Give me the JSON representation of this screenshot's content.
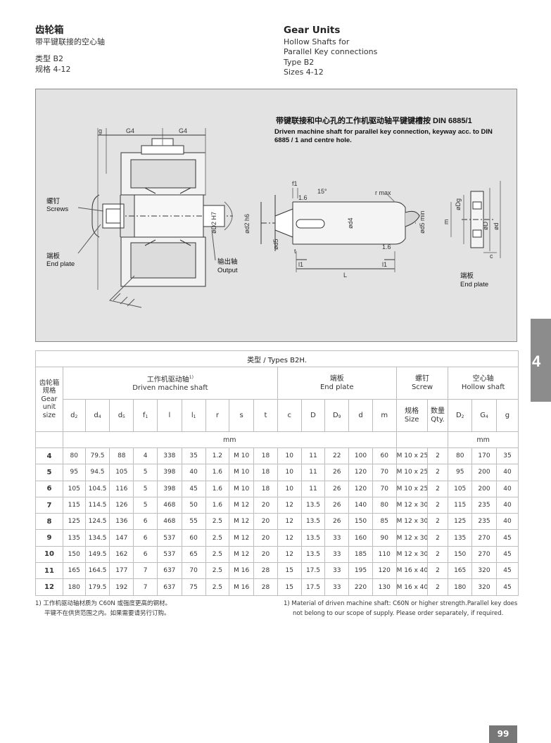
{
  "header": {
    "cn_title": "齿轮箱",
    "cn_sub": "带平键联接的空心轴",
    "cn_type": "类型 B2",
    "cn_sizes": "规格 4-12",
    "en_title": "Gear Units",
    "en_sub1": "Hollow Shafts for",
    "en_sub2": "Parallel Key connections",
    "en_type": "Type B2",
    "en_sizes": "Sizes 4-12"
  },
  "drawing": {
    "title_cn": "带键联接和中心孔的工作机驱动轴平键键槽按 DIN 6885/1",
    "title_en1": "Driven machine shaft for parallel key connection, keyway acc. to DIN",
    "title_en2": "6885 / 1 and centre hole.",
    "screws_cn": "螺钉",
    "screws_en": "Screws",
    "endplate_cn": "端板",
    "endplate_en": "End plate",
    "output_cn": "输出轴",
    "output_en": "Output",
    "endplate2_cn": "端板",
    "endplate2_en": "End plate",
    "dims": {
      "g": "g",
      "g4a": "G4",
      "g4b": "G4",
      "f1": "f1",
      "a15": "15°",
      "r16a": "1.6",
      "r16b": "1.6",
      "rmax": "r max",
      "d2h6": "ød2 h6",
      "d4": "ød4",
      "d5": "ød5",
      "d5min": "ød5 min",
      "t": "t",
      "l1a": "l1",
      "l1b": "l1",
      "L": "L",
      "D2h7": "øD2 H7",
      "Dg": "øDg",
      "m": "m",
      "D": "øD",
      "d": "ød",
      "c": "c"
    }
  },
  "side_tab": "4",
  "table": {
    "caption": "类型 / Types B2H.",
    "size_head_cn": "齿轮箱规格",
    "size_head_en": "Gear unit size",
    "groups": [
      {
        "cn": "工作机驱动轴",
        "sup": "1)",
        "en": "Driven machine shaft"
      },
      {
        "cn": "端板",
        "en": "End plate"
      },
      {
        "cn": "螺钉",
        "en": "Screw"
      },
      {
        "cn": "空心轴",
        "en": "Hollow shaft"
      }
    ],
    "symbols": [
      "d",
      "d",
      "d",
      "f",
      "l",
      "l",
      "r",
      "s",
      "t",
      "c",
      "D",
      "D",
      "d",
      "m"
    ],
    "symbol_subs": [
      "2",
      "4",
      "5",
      "1",
      "",
      "1",
      "",
      "",
      "",
      "",
      "",
      "9",
      "",
      ""
    ],
    "screw_size_cn": "规格",
    "screw_size_en": "Size",
    "screw_qty_cn": "数量",
    "screw_qty_en": "Qty.",
    "hollow_syms": [
      "D",
      "G",
      "g"
    ],
    "hollow_subs": [
      "2",
      "4",
      ""
    ],
    "unit": "mm",
    "rows": [
      [
        "4",
        "80",
        "79.5",
        "88",
        "4",
        "338",
        "35",
        "1.2",
        "M 10",
        "18",
        "10",
        "11",
        "22",
        "100",
        "60",
        "M 10 x 25",
        "2",
        "80",
        "170",
        "35"
      ],
      [
        "5",
        "95",
        "94.5",
        "105",
        "5",
        "398",
        "40",
        "1.6",
        "M 10",
        "18",
        "10",
        "11",
        "26",
        "120",
        "70",
        "M 10 x 25",
        "2",
        "95",
        "200",
        "40"
      ],
      [
        "6",
        "105",
        "104.5",
        "116",
        "5",
        "398",
        "45",
        "1.6",
        "M 10",
        "18",
        "10",
        "11",
        "26",
        "120",
        "70",
        "M 10 x 25",
        "2",
        "105",
        "200",
        "40"
      ],
      [
        "7",
        "115",
        "114.5",
        "126",
        "5",
        "468",
        "50",
        "1.6",
        "M 12",
        "20",
        "12",
        "13.5",
        "26",
        "140",
        "80",
        "M 12 x 30",
        "2",
        "115",
        "235",
        "40"
      ],
      [
        "8",
        "125",
        "124.5",
        "136",
        "6",
        "468",
        "55",
        "2.5",
        "M 12",
        "20",
        "12",
        "13.5",
        "26",
        "150",
        "85",
        "M 12 x 30",
        "2",
        "125",
        "235",
        "40"
      ],
      [
        "9",
        "135",
        "134.5",
        "147",
        "6",
        "537",
        "60",
        "2.5",
        "M 12",
        "20",
        "12",
        "13.5",
        "33",
        "160",
        "90",
        "M 12 x 30",
        "2",
        "135",
        "270",
        "45"
      ],
      [
        "10",
        "150",
        "149.5",
        "162",
        "6",
        "537",
        "65",
        "2.5",
        "M 12",
        "20",
        "12",
        "13.5",
        "33",
        "185",
        "110",
        "M 12 x 30",
        "2",
        "150",
        "270",
        "45"
      ],
      [
        "11",
        "165",
        "164.5",
        "177",
        "7",
        "637",
        "70",
        "2.5",
        "M 16",
        "28",
        "15",
        "17.5",
        "33",
        "195",
        "120",
        "M 16 x 40",
        "2",
        "165",
        "320",
        "45"
      ],
      [
        "12",
        "180",
        "179.5",
        "192",
        "7",
        "637",
        "75",
        "2.5",
        "M 16",
        "28",
        "15",
        "17.5",
        "33",
        "220",
        "130",
        "M 16 x 40",
        "2",
        "180",
        "320",
        "45"
      ]
    ]
  },
  "notes": {
    "cn1": "1) 工作机驱动轴材质为 C60N 或强度更高的钢材。",
    "cn2": "平键不在供货范围之内。如果需要请另行订购。",
    "en1": "1) Material of driven machine shaft: C60N or higher strength.Parallel key does",
    "en2": "not belong to our scope of supply. Please order separately, if required."
  },
  "page_number": "99",
  "colors": {
    "drawing_bg": "#e3e3e3",
    "tab_gray": "#8c8c8c",
    "page_badge": "#777777"
  }
}
